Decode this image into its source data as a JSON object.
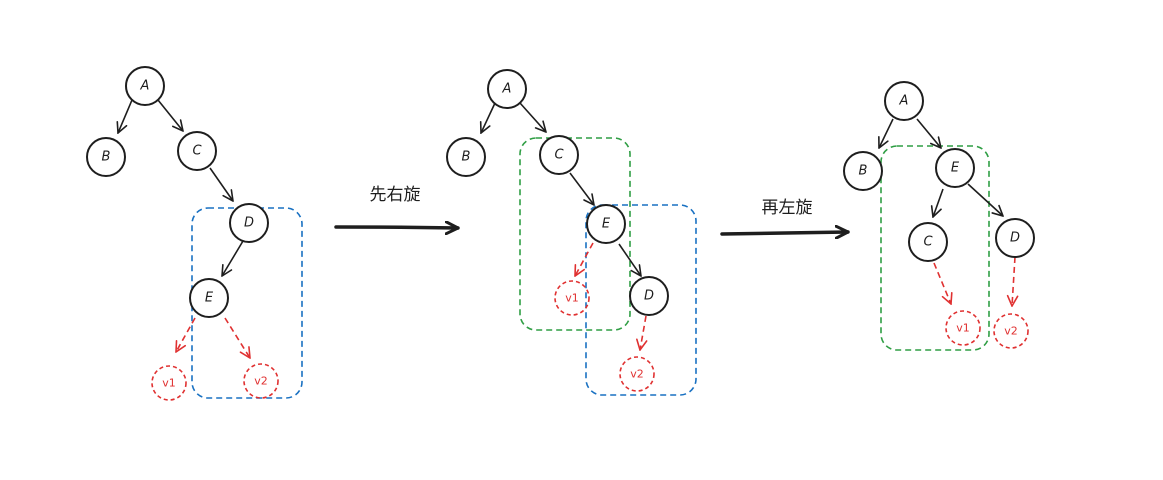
{
  "steps": {
    "first": "先右旋",
    "second": "再左旋"
  },
  "nodes": {
    "a": "A",
    "b": "B",
    "c": "C",
    "d": "D",
    "e": "E",
    "v1": "v1",
    "v2": "v2"
  },
  "colors": {
    "stroke": "#1e1e1e",
    "blue_box": "#1971c2",
    "green_box": "#2f9e44",
    "red_dashed": "#e03131"
  }
}
